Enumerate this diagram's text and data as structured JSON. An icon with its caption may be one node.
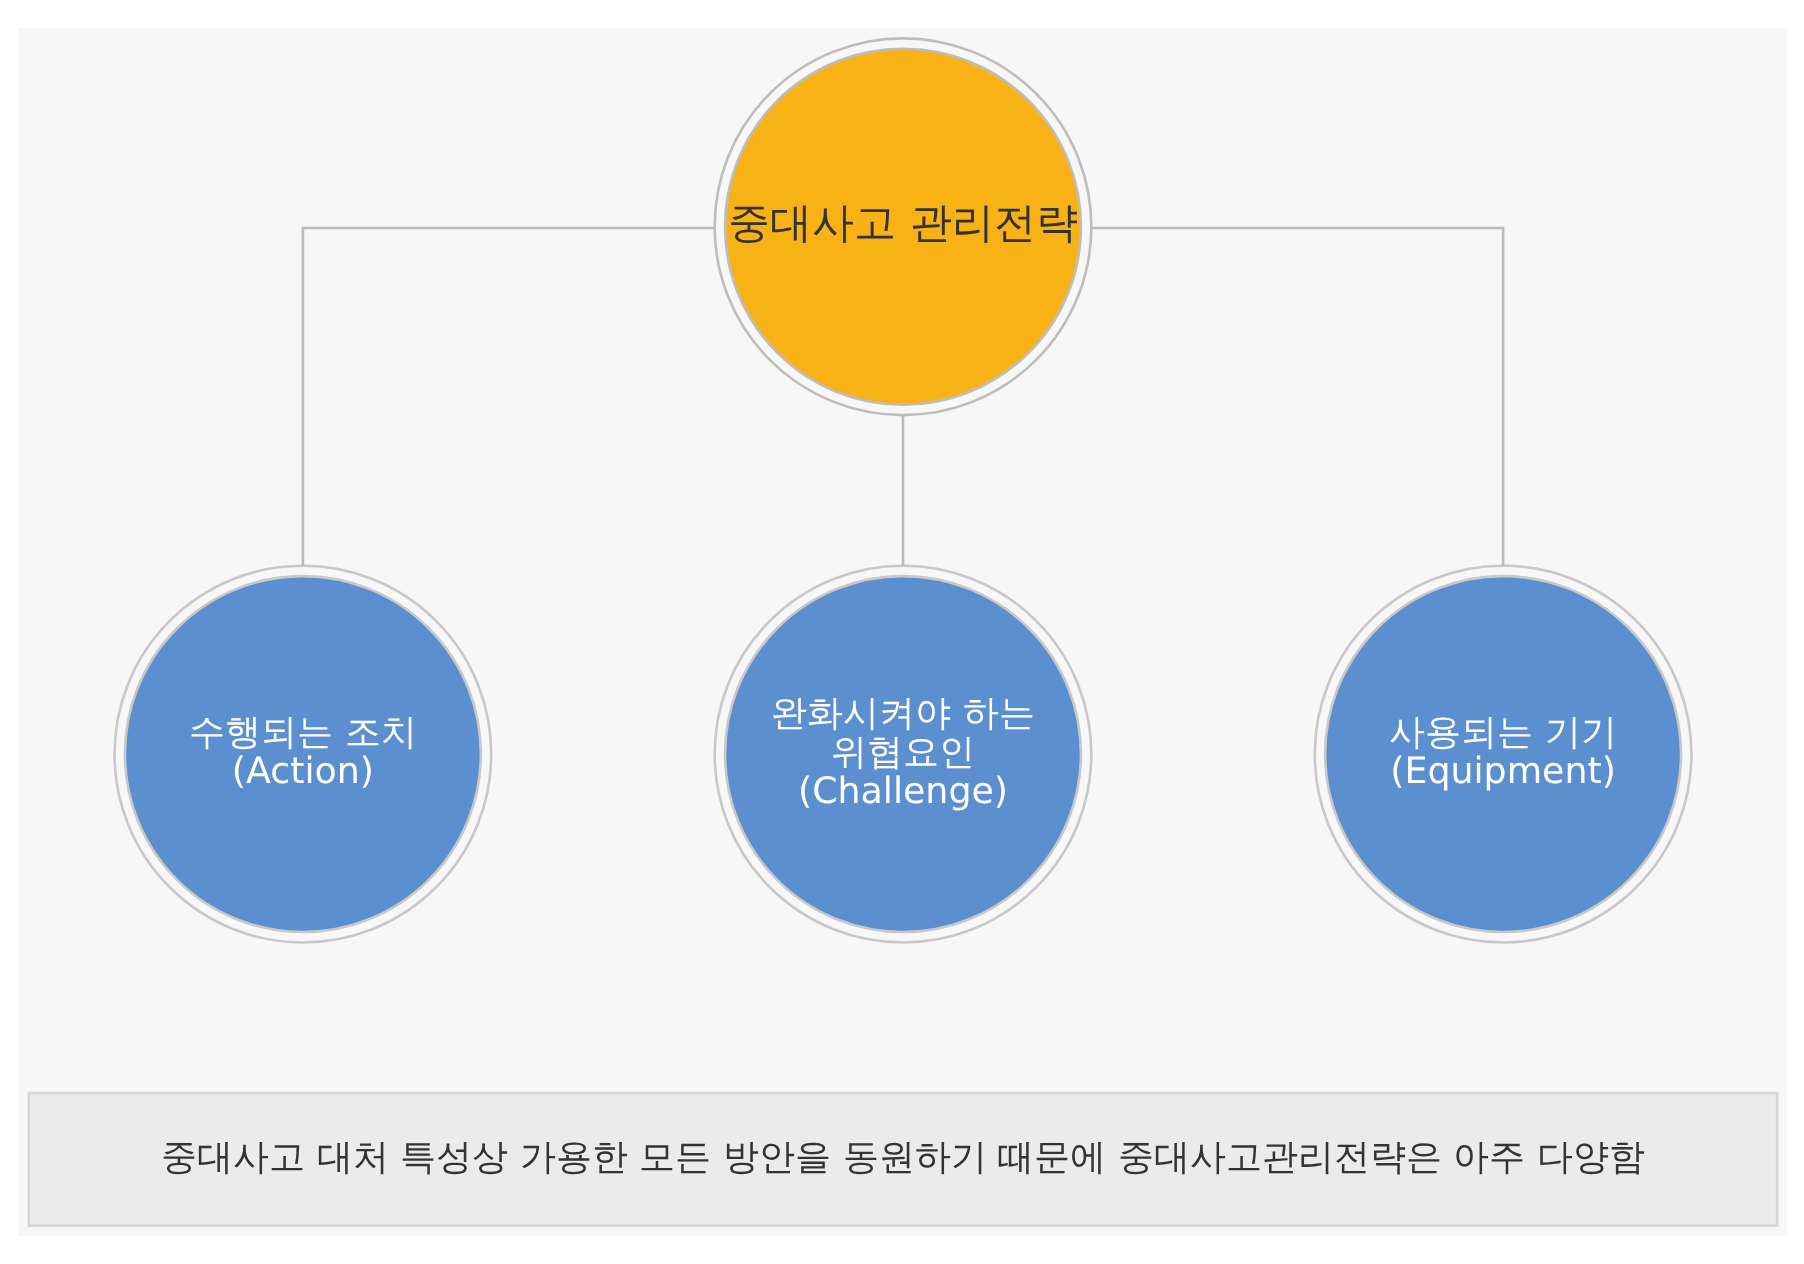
{
  "diagram": {
    "nodes": [
      {
        "text": [
          "중대사고 관리전략"
        ]
      },
      {
        "text": [
          "수행되는 조치",
          "(Action)"
        ]
      },
      {
        "text": [
          "완화시켜야 하는 위협요인",
          "(Challenge)"
        ]
      },
      {
        "text": [
          "사용되는 기기",
          "(Equipment)"
        ]
      },
      {
        "text": [
          "중대사고 대처 특성상 가용한 모든 방안을 동원하기 때문에 중대사고관리전략은 아주 다양함"
        ]
      }
    ],
    "edges": [
      {
        "from": 0,
        "to": 1,
        "arrow": "none"
      },
      {
        "from": 0,
        "to": 2,
        "arrow": "none"
      },
      {
        "from": 0,
        "to": 3,
        "arrow": "none"
      }
    ]
  }
}
